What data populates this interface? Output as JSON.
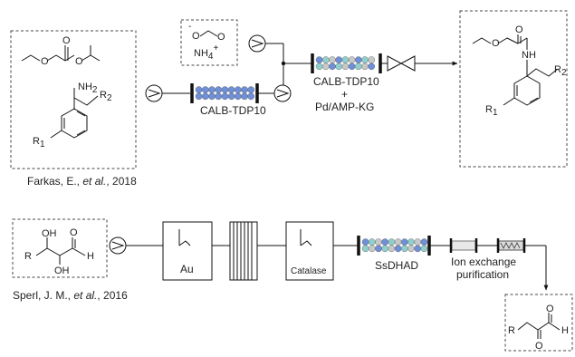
{
  "scheme1": {
    "reagents": {
      "formate_charge": "-",
      "formate_atom": "O",
      "ammonium": "NH",
      "ammonium_sub": "4",
      "ammonium_sup": "+",
      "ester_o1": "O",
      "ester_o2": "O",
      "ester_o3": "O",
      "amine_nh2": "NH",
      "amine_nh2_sub": "2",
      "amine_r1": "R",
      "amine_r1_sub": "1",
      "amine_r2": "R",
      "amine_r2_sub": "2"
    },
    "column1_label": "CALB-TDP10",
    "column2_label_line1": "CALB-TDP10",
    "column2_label_line2": "+",
    "column2_label_line3": "Pd/AMP-KG",
    "product": {
      "o_ether": "O",
      "nh": "NH",
      "o_carbonyl": "O",
      "r1": "R",
      "r1_sub": "1",
      "r2": "R",
      "r2_sub": "2"
    },
    "citation_authors": "Farkas, E., ",
    "citation_etal": "et al.",
    "citation_year": ", 2018"
  },
  "scheme2": {
    "reagent": {
      "oh_top": "OH",
      "oh_bottom": "OH",
      "r": "R",
      "o": "O",
      "h": "H"
    },
    "reactor1_label": "Au",
    "reactor2_label": "Catalase",
    "column_label": "SsDHAD",
    "purification_line1": "Ion exchange",
    "purification_line2": "purification",
    "product": {
      "r": "R",
      "o_top": "O",
      "o_bottom": "O",
      "h": "H"
    },
    "citation_authors": "Sperl, J. M., ",
    "citation_etal": "et al.",
    "citation_year": ", 2016"
  },
  "colors": {
    "bead_blue": "#6f8fd8",
    "bead_teal": "#8fd0cc",
    "bead_gray": "#c8c8c8",
    "column_cap": "#111111"
  }
}
